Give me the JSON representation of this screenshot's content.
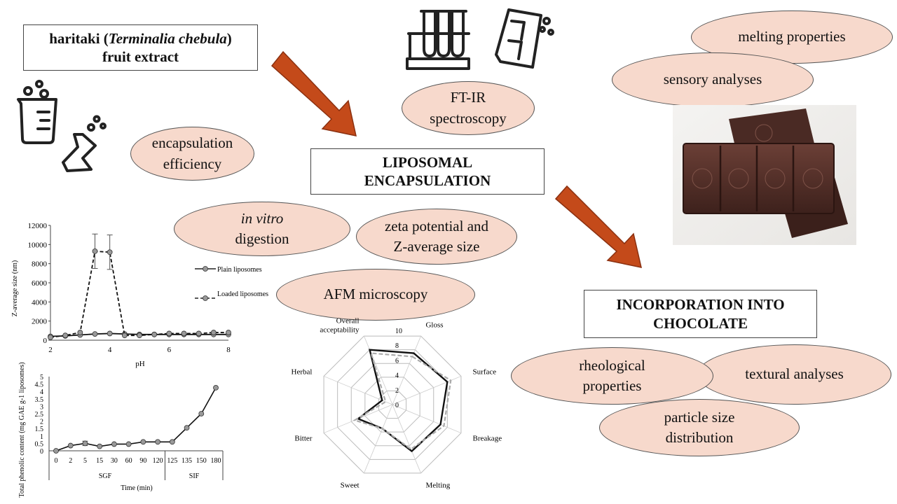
{
  "extract_box": {
    "prefix": "haritaki (",
    "latin": "Terminalia chebula",
    "suffix": ")",
    "line2": "fruit extract"
  },
  "central_box": {
    "line1": "LIPOSOMAL",
    "line2": "ENCAPSULATION"
  },
  "chocolate_box": {
    "line1": "INCORPORATION INTO",
    "line2": "CHOCOLATE"
  },
  "ovals": {
    "ftir": {
      "line1": "FT-IR",
      "line2": "spectroscopy"
    },
    "encapsulation": {
      "line1": "encapsulation",
      "line2": "efficiency"
    },
    "digestion": {
      "line1": "in vitro",
      "line2": "digestion"
    },
    "zeta": {
      "line1": "zeta potential and",
      "line2": "Z-average size"
    },
    "afm": {
      "line1": "AFM microscopy"
    },
    "melting": {
      "line1": "melting properties"
    },
    "sensory": {
      "line1": "sensory analyses"
    },
    "rheological": {
      "line1": "rheological",
      "line2": "properties"
    },
    "textural": {
      "line1": "textural analyses"
    },
    "particle": {
      "line1": "particle size",
      "line2": "distribution"
    }
  },
  "colors": {
    "oval_fill": "#f7d9cc",
    "arrow": "#c44a1a",
    "chocolate": "#4a2a24"
  },
  "icons": [
    "beaker-icon",
    "flask-icon",
    "test-tube-rack-icon",
    "lab-document-icon",
    "chocolate-photo"
  ],
  "chart_data": [
    {
      "type": "line",
      "xlabel": "pH",
      "ylabel": "Z-average size (nm)",
      "xticks": [
        2,
        4,
        6,
        8
      ],
      "yticks": [
        0,
        2000,
        4000,
        6000,
        8000,
        10000,
        12000
      ],
      "xlim": [
        2,
        8
      ],
      "ylim": [
        0,
        12000
      ],
      "series": [
        {
          "name": "Plain liposomes",
          "style": "solid",
          "x": [
            2,
            2.5,
            3,
            3.5,
            4,
            4.5,
            5,
            5.5,
            6,
            6.5,
            7,
            7.5,
            8
          ],
          "y": [
            400,
            450,
            550,
            650,
            700,
            650,
            600,
            600,
            600,
            600,
            600,
            600,
            600
          ]
        },
        {
          "name": "Loaded liposomes",
          "style": "dashed",
          "x": [
            2,
            2.5,
            3,
            3.5,
            4,
            4.5,
            5,
            5.5,
            6,
            6.5,
            7,
            7.5,
            8
          ],
          "y": [
            300,
            500,
            800,
            9300,
            9200,
            500,
            500,
            600,
            700,
            700,
            700,
            800,
            800
          ],
          "err": [
            0,
            0,
            0,
            1800,
            1800,
            0,
            0,
            0,
            0,
            0,
            0,
            0,
            0
          ]
        }
      ],
      "legend": [
        "Plain liposomes",
        "Loaded liposomes"
      ]
    },
    {
      "type": "line",
      "xlabel": "Time (min)",
      "ylabel": "Total phenolic content (mg GAE g-1 liposomes)",
      "categories": [
        "0",
        "2",
        "5",
        "15",
        "30",
        "60",
        "90",
        "120",
        "125",
        "135",
        "150",
        "180"
      ],
      "values": [
        0,
        0.35,
        0.5,
        0.3,
        0.45,
        0.45,
        0.6,
        0.6,
        0.6,
        1.55,
        2.5,
        4.25
      ],
      "yticks": [
        "0",
        "0.5",
        "1",
        "1.5",
        "2",
        "2.5",
        "3",
        "3.5",
        "4",
        "4.5",
        "5"
      ],
      "ylim": [
        0,
        5
      ],
      "groups": [
        {
          "label": "SGF"
        },
        {
          "label": "SIF"
        }
      ]
    },
    {
      "type": "radar",
      "axes": [
        "Gloss",
        "Surface",
        "Breakage",
        "Melting",
        "Sweet",
        "Bitter",
        "Herbal",
        "Overall acceptability"
      ],
      "scale_labels": [
        "0",
        "2",
        "4",
        "6",
        "8",
        "10"
      ],
      "rlim": [
        0,
        10
      ],
      "series": [
        {
          "style": "solid",
          "values": [
            7.5,
            8,
            7,
            6.8,
            3.5,
            5,
            1.5,
            8
          ]
        },
        {
          "style": "dashed",
          "values": [
            7,
            8.5,
            7.5,
            6.5,
            3.5,
            5.5,
            1,
            7.5
          ]
        }
      ]
    }
  ]
}
